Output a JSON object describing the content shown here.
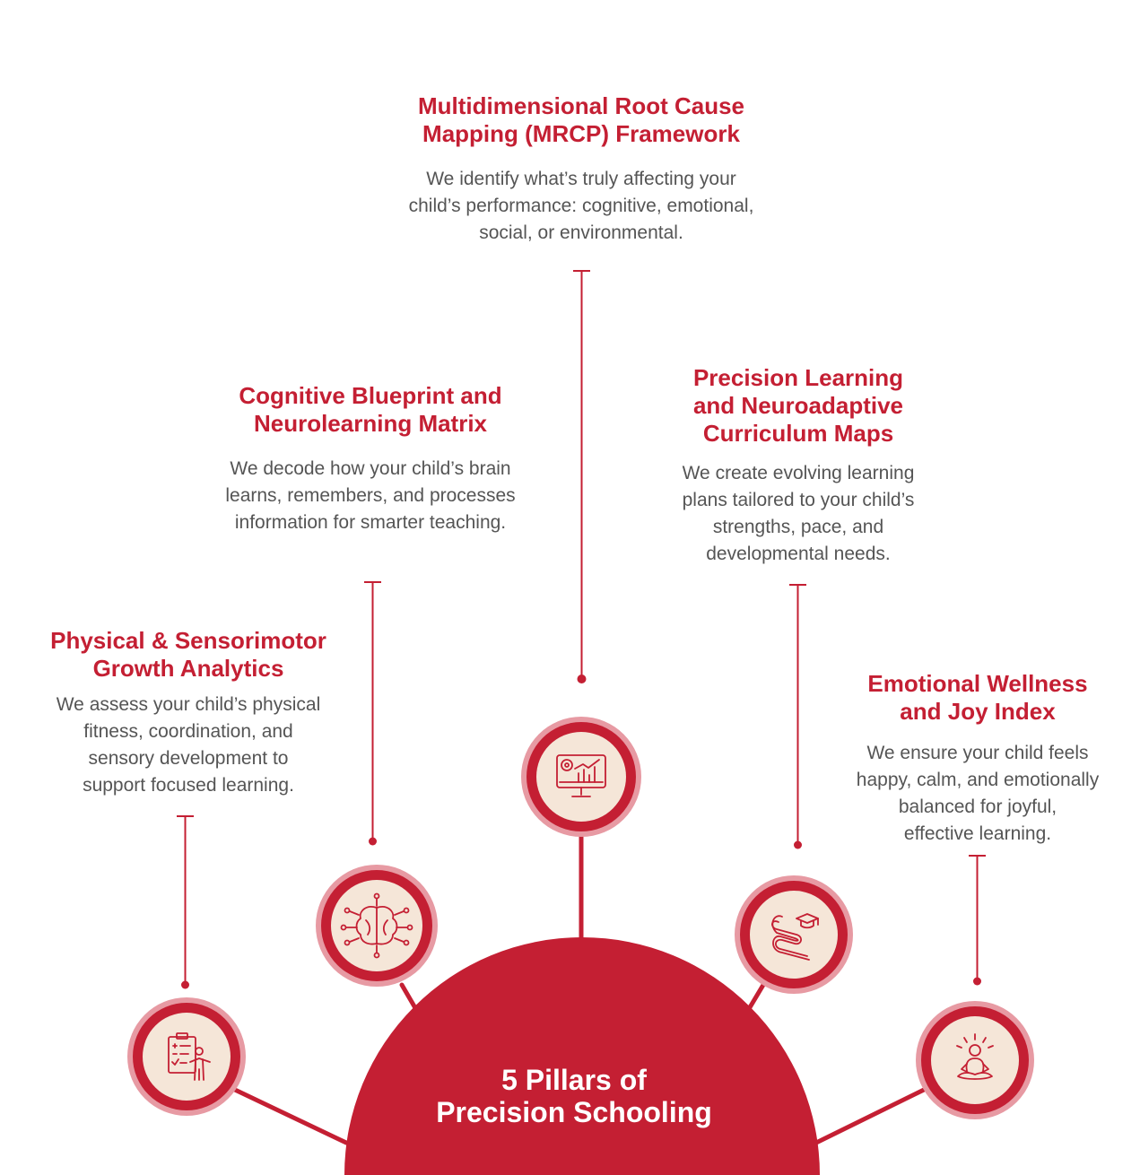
{
  "colors": {
    "accent": "#c41f33",
    "ring": "#e79aa3",
    "icon_bg": "#f5e6d8",
    "body_text": "#555555"
  },
  "hub": {
    "title_line1": "5 Pillars of",
    "title_line2": "Precision Schooling"
  },
  "pillars": [
    {
      "icon": "analytics-monitor-icon",
      "title_lines": [
        "Multidimensional Root Cause",
        "Mapping (MRCP) Framework"
      ],
      "desc_lines": [
        "We identify what’s truly affecting your",
        "child’s performance: cognitive, emotional,",
        "social, or environmental."
      ]
    },
    {
      "icon": "brain-circuit-icon",
      "title_lines": [
        "Cognitive Blueprint and",
        "Neurolearning Matrix"
      ],
      "desc_lines": [
        "We decode how your child’s brain",
        "learns, remembers, and processes",
        "information for smarter teaching."
      ]
    },
    {
      "icon": "winding-path-graduation-cap-icon",
      "title_lines": [
        "Precision Learning",
        "and Neuroadaptive",
        "Curriculum Maps"
      ],
      "desc_lines": [
        "We create evolving learning",
        "plans tailored to your child’s",
        "strengths, pace, and",
        "developmental needs."
      ]
    },
    {
      "icon": "clipboard-person-icon",
      "title_lines": [
        "Physical & Sensorimotor",
        "Growth Analytics"
      ],
      "desc_lines": [
        "We assess your child’s physical",
        "fitness, coordination, and",
        "sensory development to",
        "support focused learning."
      ]
    },
    {
      "icon": "meditation-person-icon",
      "title_lines": [
        "Emotional Wellness",
        "and Joy Index"
      ],
      "desc_lines": [
        "We ensure your child feels",
        "happy, calm, and emotionally",
        "balanced for joyful,",
        "effective learning."
      ]
    }
  ]
}
